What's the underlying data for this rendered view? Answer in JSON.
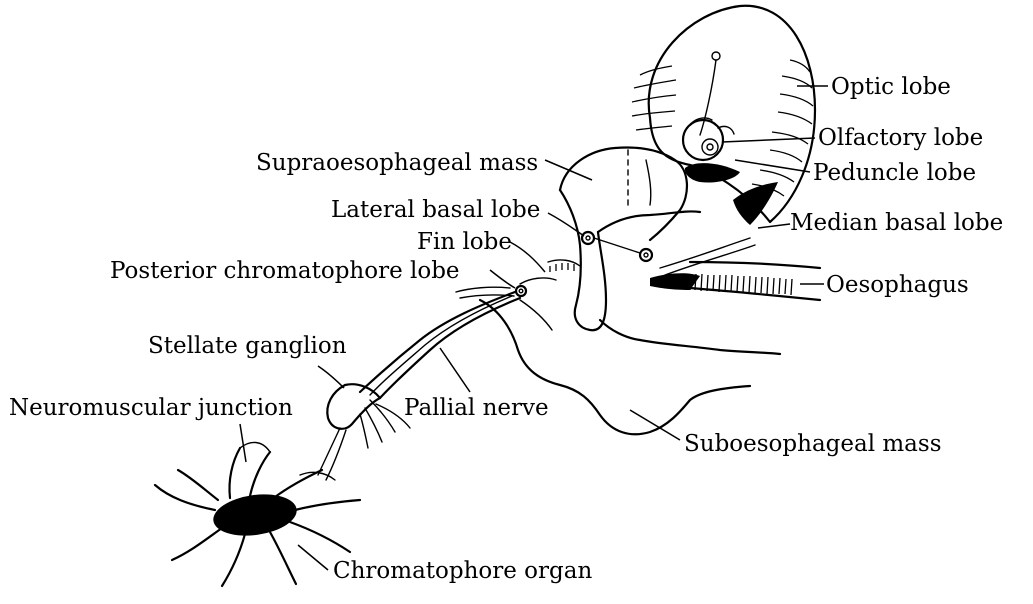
{
  "labels": {
    "optic_lobe": "Optic lobe",
    "olfactory_lobe": "Olfactory lobe",
    "peduncle_lobe": "Peduncle lobe",
    "supraoesophageal_mass": "Supraoesophageal mass",
    "lateral_basal_lobe": "Lateral basal lobe",
    "median_basal_lobe": "Median basal lobe",
    "fin_lobe": "Fin lobe",
    "posterior_chromatophore_lobe": "Posterior chromatophore lobe",
    "oesophagus": "Oesophagus",
    "stellate_ganglion": "Stellate ganglion",
    "neuromuscular_junction": "Neuromuscular junction",
    "pallial_nerve": "Pallial nerve",
    "suboesophageal_mass": "Suboesophageal mass",
    "chromatophore_organ": "Chromatophore organ"
  },
  "colors": {
    "ink": "#000000",
    "background": "#ffffff"
  }
}
